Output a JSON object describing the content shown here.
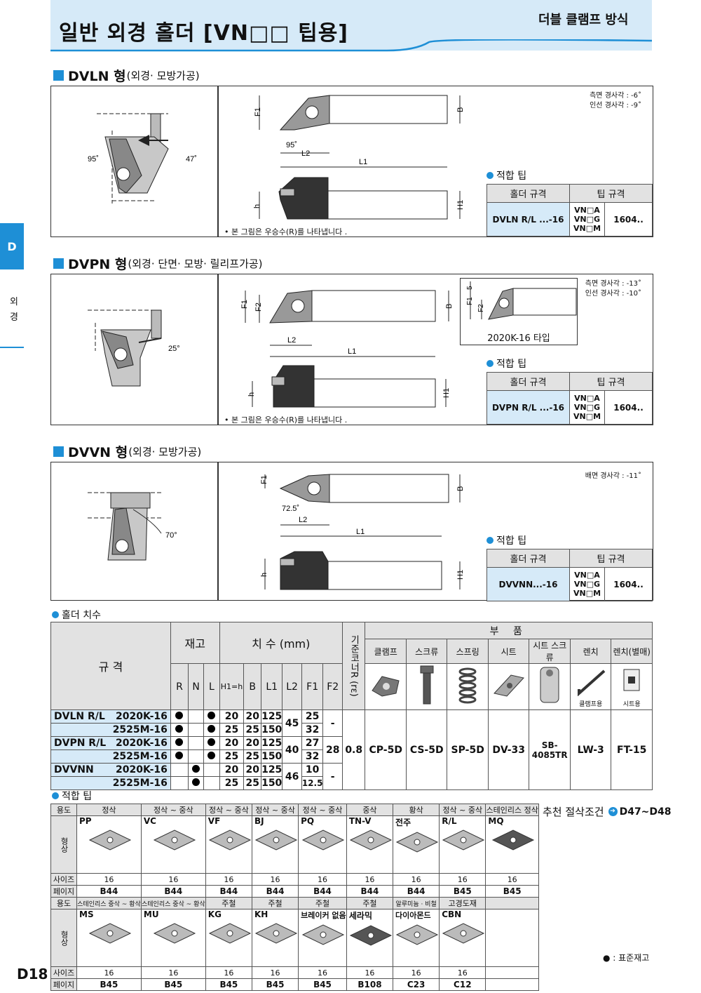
{
  "header": {
    "title": "일반 외경 홀더 [VN□□ 팁용]",
    "subtitle": "더블 클램프 방식"
  },
  "side": {
    "tab": "D",
    "label1": "외",
    "label2": "경"
  },
  "sections": [
    {
      "name": "DVLN 형",
      "sub": "(외경· 모방가공)",
      "angles_text": [
        "측면 경사각 : -6˚",
        "인선 경사각 : -9˚"
      ],
      "labels": {
        "approach": "95˚",
        "lead": "47˚",
        "tip_angle": "95˚"
      },
      "note": "• 본 그림은 우승수(R)를 나타냅니다 .",
      "fit_title": "적합 팁",
      "holder_header": "홀더 규격",
      "tip_header": "팁 규격",
      "holder": "DVLN R/L ...-16",
      "tips": [
        "VN□A",
        "VN□G",
        "VN□M"
      ],
      "size": "1604.."
    },
    {
      "name": "DVPN 형",
      "sub": "(외경· 단면· 모방· 릴리프가공)",
      "angles_text": [
        "측면 경사각 : -13˚",
        "인선 경사각 : -10˚"
      ],
      "labels": {
        "lead": "25°",
        "type_label": "2020K-16 타입"
      },
      "note": "• 본 그림은 우승수(R)를 나타냅니다 .",
      "fit_title": "적합 팁",
      "holder_header": "홀더 규격",
      "tip_header": "팁 규격",
      "holder": "DVPN R/L ...-16",
      "tips": [
        "VN□A",
        "VN□G",
        "VN□M"
      ],
      "size": "1604.."
    },
    {
      "name": "DVVN 형",
      "sub": "(외경· 모방가공)",
      "angles_text": [
        "배면 경사각 : -11˚"
      ],
      "labels": {
        "lead": "70°",
        "tip_angle": "72.5˚"
      },
      "note": "",
      "fit_title": "적합 팁",
      "holder_header": "홀더 규격",
      "tip_header": "팁 규격",
      "holder": "DVVNN...-16",
      "tips": [
        "VN□A",
        "VN□G",
        "VN□M"
      ],
      "size": "1604.."
    }
  ],
  "dim_labels": {
    "F1": "F1",
    "F2": "F2",
    "B": "B",
    "L1": "L1",
    "L2": "L2",
    "h": "h",
    "H1": "H1",
    "five": "5"
  },
  "holder_dims": {
    "title": "홀더 치수",
    "h_spec": "규 격",
    "h_stock": "재고",
    "h_dims": "치 수 (mm)",
    "h_radius": "기준코너R (rε)",
    "h_parts": "부 품",
    "stock_cols": [
      "R",
      "N",
      "L"
    ],
    "dim_cols": [
      "H1=h",
      "B",
      "L1",
      "L2",
      "F1",
      "F2"
    ],
    "parts_cols": [
      "클램프",
      "스크류",
      "스프링",
      "시트",
      "시트 스크류",
      "렌치",
      "렌치(별매)"
    ],
    "parts_sub": [
      "",
      "",
      "",
      "",
      "",
      "클램프용",
      "시트용"
    ],
    "rows": [
      {
        "group": "DVLN R/L",
        "spec": "2020K-16",
        "R": true,
        "N": false,
        "L": true,
        "h": "20",
        "B": "20",
        "L1": "125",
        "L2": "45",
        "F1": "25",
        "F2": "-"
      },
      {
        "group": "",
        "spec": "2525M-16",
        "R": true,
        "N": false,
        "L": true,
        "h": "25",
        "B": "25",
        "L1": "150",
        "L2": "",
        "F1": "32",
        "F2": ""
      },
      {
        "group": "DVPN R/L",
        "spec": "2020K-16",
        "R": true,
        "N": false,
        "L": true,
        "h": "20",
        "B": "20",
        "L1": "125",
        "L2": "40",
        "F1": "27",
        "F2": "28"
      },
      {
        "group": "",
        "spec": "2525M-16",
        "R": true,
        "N": false,
        "L": true,
        "h": "25",
        "B": "25",
        "L1": "150",
        "L2": "",
        "F1": "32",
        "F2": ""
      },
      {
        "group": "DVVNN",
        "spec": "2020K-16",
        "R": false,
        "N": true,
        "L": false,
        "h": "20",
        "B": "20",
        "L1": "125",
        "L2": "46",
        "F1": "10",
        "F2": "-"
      },
      {
        "group": "",
        "spec": "2525M-16",
        "R": false,
        "N": true,
        "L": false,
        "h": "25",
        "B": "25",
        "L1": "150",
        "L2": "",
        "F1": "12.5",
        "F2": ""
      }
    ],
    "radius": "0.8",
    "parts": [
      "CP-5D",
      "CS-5D",
      "SP-5D",
      "DV-33",
      "SB-4085TR",
      "LW-3",
      "FT-15"
    ]
  },
  "tips_table": {
    "title": "적합 팁",
    "usage_label": "용도",
    "shape_label": "형상",
    "size_label": "사이즈",
    "page_label": "페이지",
    "row1": {
      "usage": [
        "정삭",
        "정삭 ~ 중삭",
        "정삭 ~ 중삭",
        "정삭 ~ 중삭",
        "정삭 ~ 중삭",
        "중삭",
        "황삭",
        "정삭 ~ 중삭",
        "스테인리스 정삭"
      ],
      "names": [
        "PP",
        "VC",
        "VF",
        "BJ",
        "PQ",
        "TN-V",
        "전주",
        "R/L",
        "MQ"
      ],
      "sizes": [
        "16",
        "16",
        "16",
        "16",
        "16",
        "16",
        "16",
        "16",
        "16"
      ],
      "pages": [
        "B44",
        "B44",
        "B44",
        "B44",
        "B44",
        "B44",
        "B44",
        "B45",
        "B45"
      ]
    },
    "row2": {
      "usage": [
        "스테인리스 중삭 ~ 황삭",
        "스테인리스 중삭 ~ 황삭",
        "주철",
        "주철",
        "주철",
        "주철",
        "알루미늄 · 비철",
        "고경도재"
      ],
      "names": [
        "MS",
        "MU",
        "KG",
        "KH",
        "브레이커 없음",
        "세라믹",
        "다이아몬드",
        "CBN"
      ],
      "sizes": [
        "16",
        "16",
        "16",
        "16",
        "16",
        "16",
        "16",
        "16"
      ],
      "pages": [
        "B45",
        "B45",
        "B45",
        "B45",
        "B45",
        "B108",
        "C23",
        "C12"
      ]
    },
    "recommend": "추천 절삭조건",
    "recommend_ref": "D47~D48"
  },
  "legend": "● : 표준재고",
  "page_number": "D18",
  "colors": {
    "accent": "#1e8fd6",
    "band": "#d6eaf8",
    "header_gray": "#e2e2e2"
  }
}
